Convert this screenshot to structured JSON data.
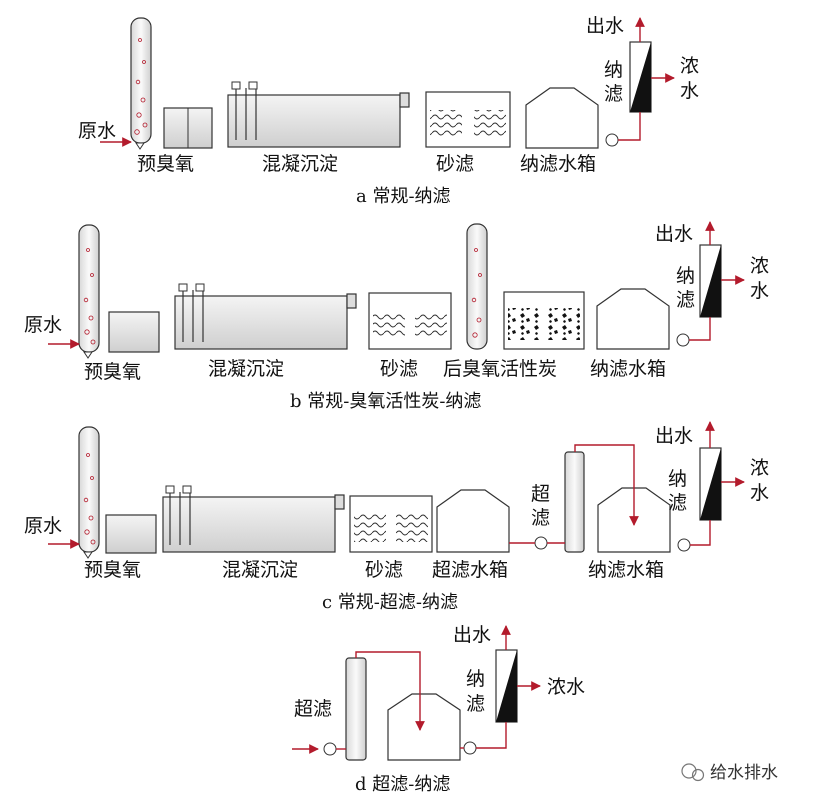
{
  "labels": {
    "raw_water": "原水",
    "pre_ozone": "预臭氧",
    "coag_sed": "混凝沉淀",
    "sand": "砂滤",
    "nf_tank": "纳滤水箱",
    "uf_tank": "超滤水箱",
    "nf_short_1": "纳",
    "nf_short_2": "滤",
    "uf_short_1": "超",
    "uf_short_2": "滤",
    "uf": "超滤",
    "product_water": "出水",
    "concentrate_1": "浓",
    "concentrate_2": "水",
    "concentrate": "浓水",
    "post_ozone_gac": "后臭氧活性炭"
  },
  "captions": {
    "a": "a 常规-纳滤",
    "b": "b 常规-臭氧活性炭-纳滤",
    "c": "c 常规-超滤-纳滤",
    "d": "d 超滤-纳滤"
  },
  "watermark": "给水排水",
  "colors": {
    "flow": "#b31b2c",
    "outline": "#333333"
  }
}
